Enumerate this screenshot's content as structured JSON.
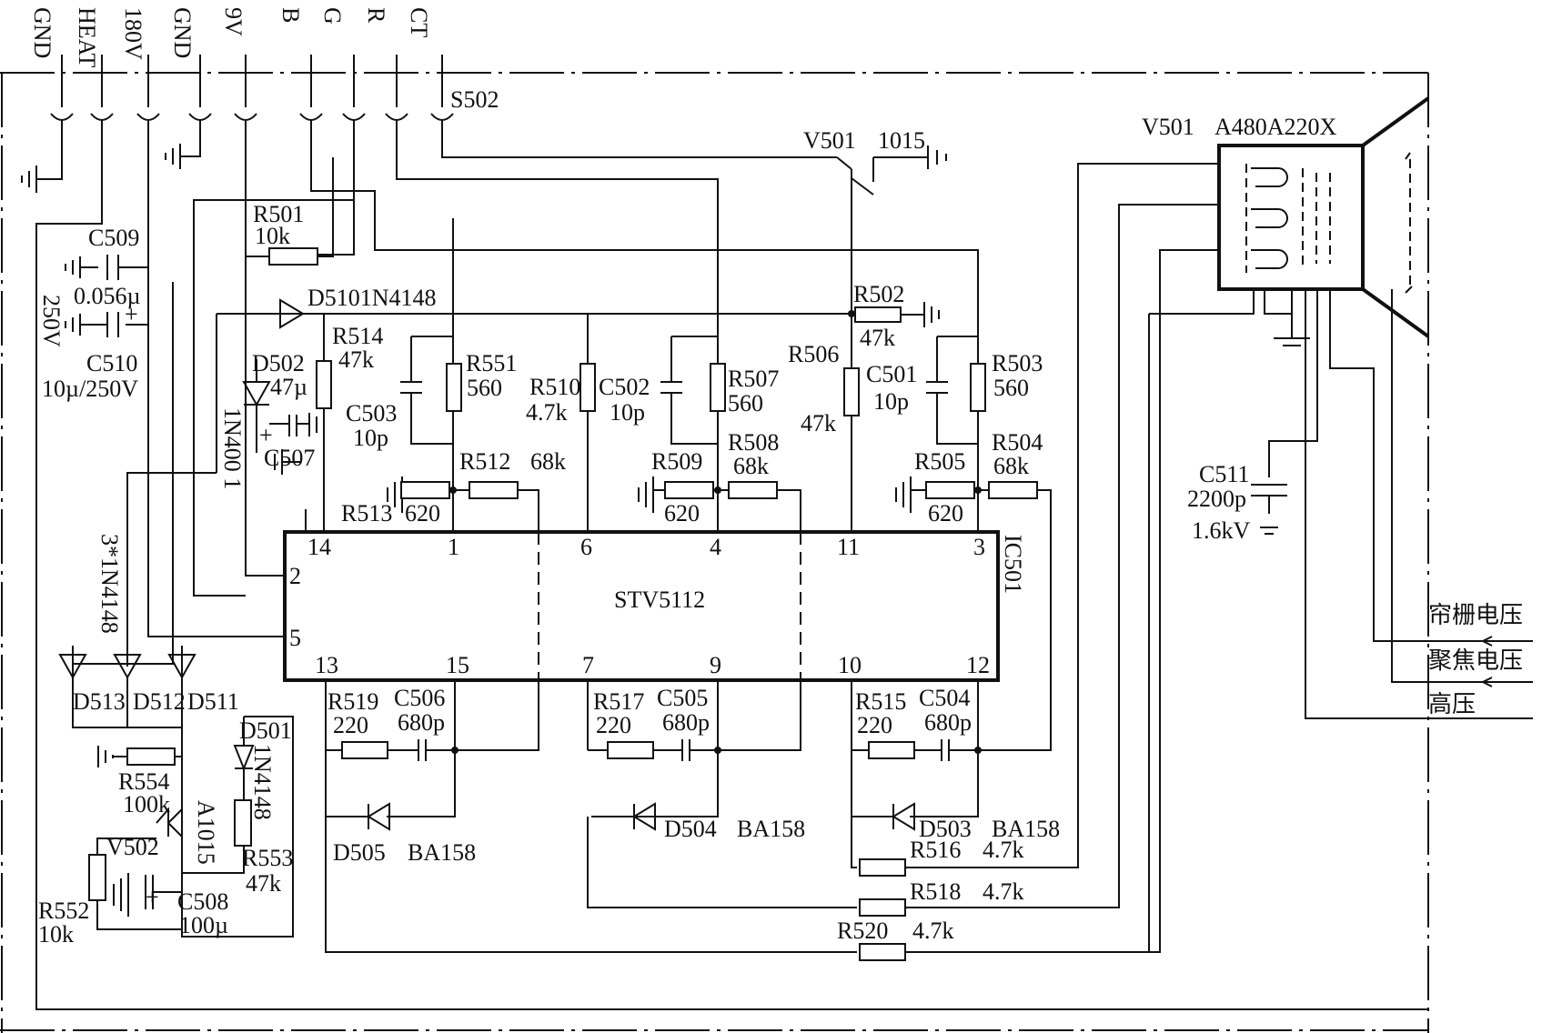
{
  "connector": {
    "name": "S502",
    "pins": [
      "GND",
      "HEAT",
      "180V",
      "GND",
      "9V",
      "B",
      "G",
      "R",
      "CT"
    ]
  },
  "ic": {
    "ref": "IC501",
    "part": "STV5112",
    "pins_top": [
      "14",
      "1",
      "6",
      "4",
      "11",
      "3"
    ],
    "pins_left": [
      "2",
      "5"
    ],
    "pins_bottom": [
      "13",
      "15",
      "7",
      "9",
      "10",
      "12"
    ]
  },
  "transistor_top": {
    "ref": "V501",
    "part": "1015"
  },
  "crt": {
    "ref": "V501",
    "part": "A480A220X"
  },
  "parts": {
    "R501": {
      "ref": "R501",
      "val": "10k"
    },
    "C509": {
      "ref": "C509",
      "val": "0.056µ",
      "volt": "250V"
    },
    "C510": {
      "ref": "C510",
      "val": "10µ/250V"
    },
    "D510": {
      "ref": "D5101N4148"
    },
    "R514": {
      "ref": "R514",
      "val": "47k"
    },
    "D502": {
      "ref": "D502",
      "val": "47µ",
      "part": "1N400 1"
    },
    "C507": {
      "ref": "C507"
    },
    "C503": {
      "ref": "C503",
      "val": "10p"
    },
    "R551": {
      "ref": "R551",
      "val": "560"
    },
    "R510": {
      "ref": "R510",
      "val": "4.7k"
    },
    "C502": {
      "ref": "C502",
      "val": "10p"
    },
    "R507": {
      "ref": "R507",
      "val": "560"
    },
    "R502": {
      "ref": "R502",
      "val": "47k"
    },
    "R506": {
      "ref": "R506",
      "val": "47k"
    },
    "C501": {
      "ref": "C501",
      "val": "10p"
    },
    "R503": {
      "ref": "R503",
      "val": "560"
    },
    "R512": {
      "ref": "R512",
      "val": "68k"
    },
    "R513": {
      "ref": "R513",
      "val": "620"
    },
    "R509": {
      "ref": "R509",
      "val": "620"
    },
    "R508": {
      "ref": "R508",
      "val": "68k"
    },
    "R505": {
      "ref": "R505",
      "val": "620"
    },
    "R504": {
      "ref": "R504",
      "val": "68k"
    },
    "C511": {
      "ref": "C511",
      "val": "2200p",
      "volt": "1.6kV"
    },
    "D513": {
      "ref": "D513"
    },
    "D512": {
      "ref": "D512"
    },
    "D511": {
      "ref": "D511"
    },
    "diodes3": {
      "label": "3*1N4148"
    },
    "D501": {
      "ref": "D501",
      "part": "1N4148"
    },
    "R554": {
      "ref": "R554",
      "val": "100k"
    },
    "V502": {
      "ref": "V502",
      "part": "A1015"
    },
    "R553": {
      "ref": "R553",
      "val": "47k"
    },
    "R552": {
      "ref": "R552",
      "val": "10k"
    },
    "C508": {
      "ref": "C508",
      "val": "100µ"
    },
    "R519": {
      "ref": "R519",
      "val": "220"
    },
    "C506": {
      "ref": "C506",
      "val": "680p"
    },
    "R517": {
      "ref": "R517",
      "val": "220"
    },
    "C505": {
      "ref": "C505",
      "val": "680p"
    },
    "R515": {
      "ref": "R515",
      "val": "220"
    },
    "C504": {
      "ref": "C504",
      "val": "680p"
    },
    "D505": {
      "ref": "D505",
      "part": "BA158"
    },
    "D504": {
      "ref": "D504",
      "part": "BA158"
    },
    "D503": {
      "ref": "D503",
      "part": "BA158"
    },
    "R516": {
      "ref": "R516",
      "val": "4.7k"
    },
    "R518": {
      "ref": "R518",
      "val": "4.7k"
    },
    "R520": {
      "ref": "R520",
      "val": "4.7k"
    }
  },
  "right_labels": {
    "screen": "帘栅电压",
    "focus": "聚焦电压",
    "hv": "高压"
  }
}
